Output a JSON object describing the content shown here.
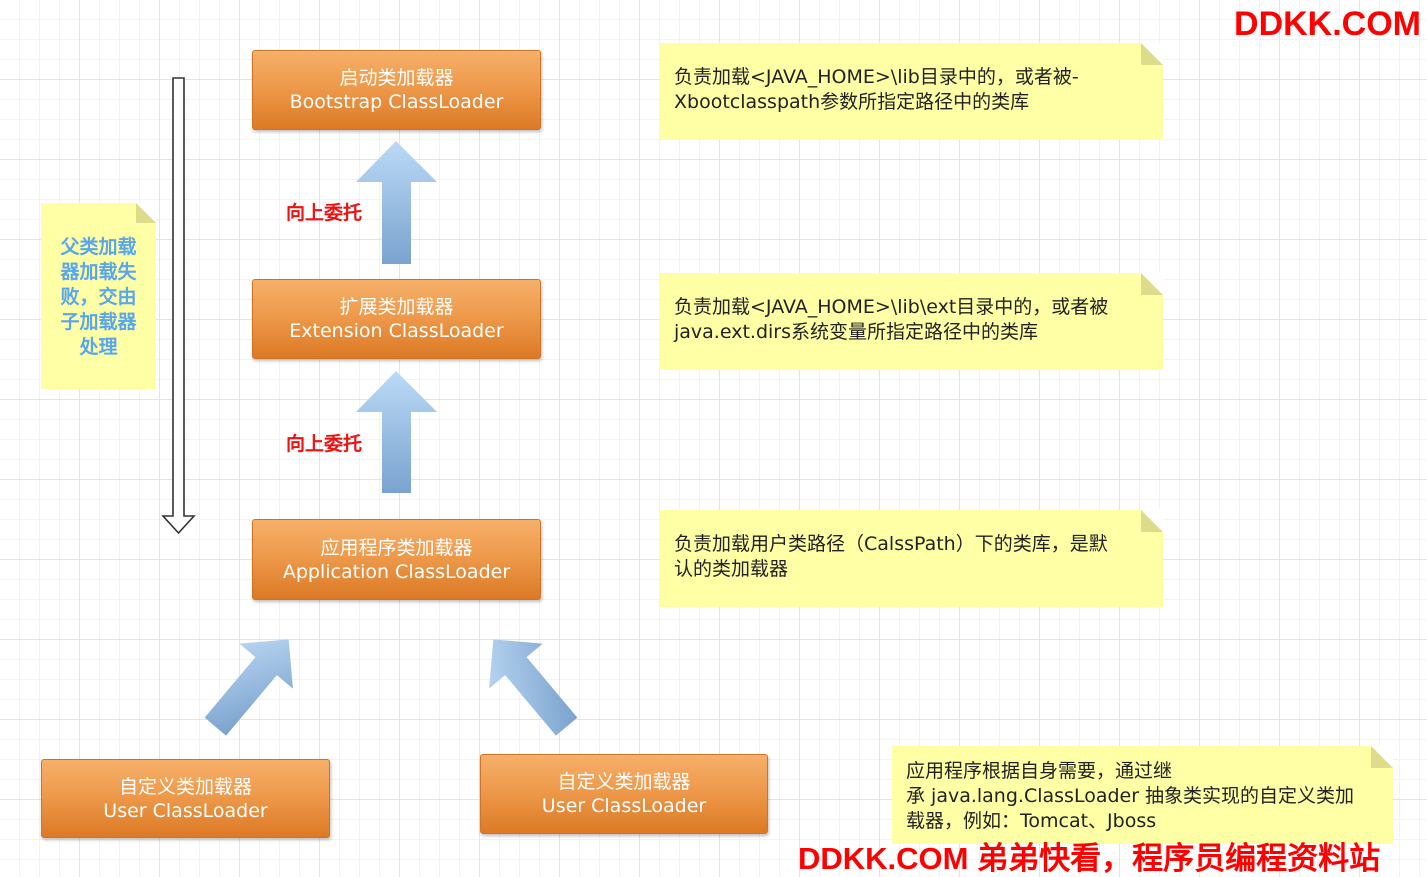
{
  "loaders": {
    "bootstrap": {
      "cn": "启动类加载器",
      "en": "Bootstrap ClassLoader"
    },
    "extension": {
      "cn": "扩展类加载器",
      "en": "Extension ClassLoader"
    },
    "application": {
      "cn": "应用程序类加载器",
      "en": "Application ClassLoader"
    },
    "user_left": {
      "cn": "自定义类加载器",
      "en": "User ClassLoader"
    },
    "user_right": {
      "cn": "自定义类加载器",
      "en": "User ClassLoader"
    }
  },
  "notes": {
    "bootstrap": {
      "line1": "负责加载<JAVA_HOME>\\lib目录中的，或者被-",
      "line2": "Xbootclasspath参数所指定路径中的类库"
    },
    "extension": {
      "line1": "负责加载<JAVA_HOME>\\lib\\ext目录中的，或者被",
      "line2": "java.ext.dirs系统变量所指定路径中的类库"
    },
    "application": {
      "line1": "负责加载用户类路径（CalssPath）下的类库，是默",
      "line2": "认的类加载器"
    },
    "user": {
      "line1": "应用程序根据自身需要，通过继",
      "line2": "承 java.lang.ClassLoader 抽象类实现的自定义类加",
      "line3": "载器，例如：Tomcat、Jboss"
    }
  },
  "side_note": {
    "lines": [
      "父类加载",
      "器加载失",
      "败，交由",
      "子加载器",
      "处理"
    ]
  },
  "delegate_labels": {
    "upper": "向上委托",
    "lower": "向上委托"
  },
  "watermark": {
    "top": "DDKK.COM",
    "bottom": "DDKK.COM 弟弟快看，程序员编程资料站"
  },
  "colors": {
    "loader_orange": "#ee9a4c",
    "note_yellow": "#ffffa6",
    "arrow_blue": "#8fb4dd",
    "side_text_blue": "#5aa6ec",
    "label_red": "#ee1111"
  }
}
